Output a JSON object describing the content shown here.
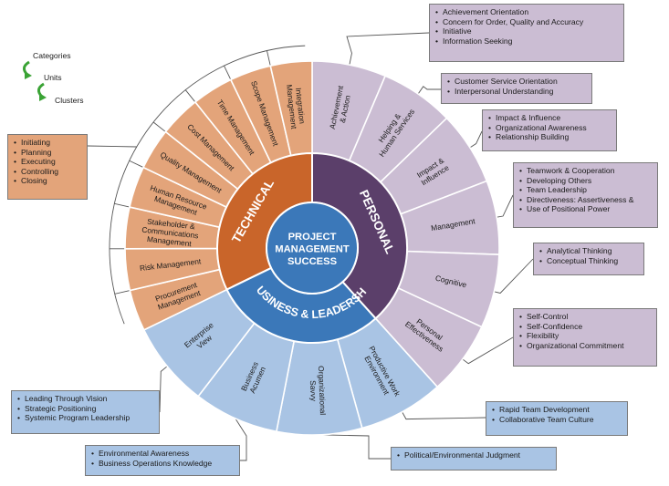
{
  "legend": {
    "items": [
      "Categories",
      "Units",
      "Clusters"
    ],
    "arrow_color": "#3aa335"
  },
  "center": {
    "lines": [
      "PROJECT",
      "MANAGEMENT",
      "SUCCESS"
    ],
    "color": "#3b78b9"
  },
  "categories": {
    "technical": {
      "label": "TECHNICAL",
      "color": "#c9652a"
    },
    "personal": {
      "label": "PERSONAL",
      "color": "#5b3f6a"
    },
    "business": {
      "label": "BUSINESS & LEADERSHIP",
      "color": "#3b78b9"
    }
  },
  "unit_colors": {
    "technical": "#e3a47a",
    "personal": "#cbbdd3",
    "business": "#a9c4e4"
  },
  "units": {
    "personal": [
      [
        "Achievement",
        "& Action"
      ],
      [
        "Helping &",
        "Human Services"
      ],
      [
        "Impact &",
        "Influence"
      ],
      [
        "Management"
      ],
      [
        "Cognitive"
      ],
      [
        "Personal",
        "Effectiveness"
      ]
    ],
    "business": [
      [
        "Productive Work",
        "Environment"
      ],
      [
        "Organizational",
        "Savvy"
      ],
      [
        "Business",
        "Acumen"
      ],
      [
        "Enterprise",
        "View"
      ]
    ],
    "technical": [
      [
        "Procurement",
        "Management"
      ],
      [
        "Risk Management"
      ],
      [
        "Stakeholder &",
        "Communications",
        "Management"
      ],
      [
        "Human Resource",
        "Management"
      ],
      [
        "Quality Management"
      ],
      [
        "Cost Management"
      ],
      [
        "Time Management"
      ],
      [
        "Scope Management"
      ],
      [
        "Integration",
        "Management"
      ]
    ]
  },
  "clusters": {
    "achievement": [
      "Achievement Orientation",
      "Concern for Order, Quality and Accuracy",
      "Initiative",
      "Information Seeking"
    ],
    "helping": [
      "Customer Service Orientation",
      "Interpersonal Understanding"
    ],
    "impact": [
      "Impact & Influence",
      "Organizational Awareness",
      "Relationship Building"
    ],
    "management": [
      "Teamwork & Cooperation",
      "Developing Others",
      "Team Leadership",
      "Directiveness: Assertiveness &",
      "Use of Positional Power"
    ],
    "cognitive": [
      "Analytical Thinking",
      "Conceptual Thinking"
    ],
    "personal_effectiveness": [
      "Self-Control",
      "Self-Confidence",
      "Flexibility",
      "Organizational Commitment"
    ],
    "technical_processes": [
      "Initiating",
      "Planning",
      "Executing",
      "Controlling",
      "Closing"
    ],
    "productive": [
      "Rapid Team Development",
      "Collaborative Team Culture"
    ],
    "savvy": [
      "Political/Environmental Judgment"
    ],
    "acumen": [
      "Environmental Awareness",
      "Business Operations Knowledge"
    ],
    "enterprise": [
      "Leading Through Vision",
      "Strategic Positioning",
      "Systemic Program Leadership"
    ]
  }
}
